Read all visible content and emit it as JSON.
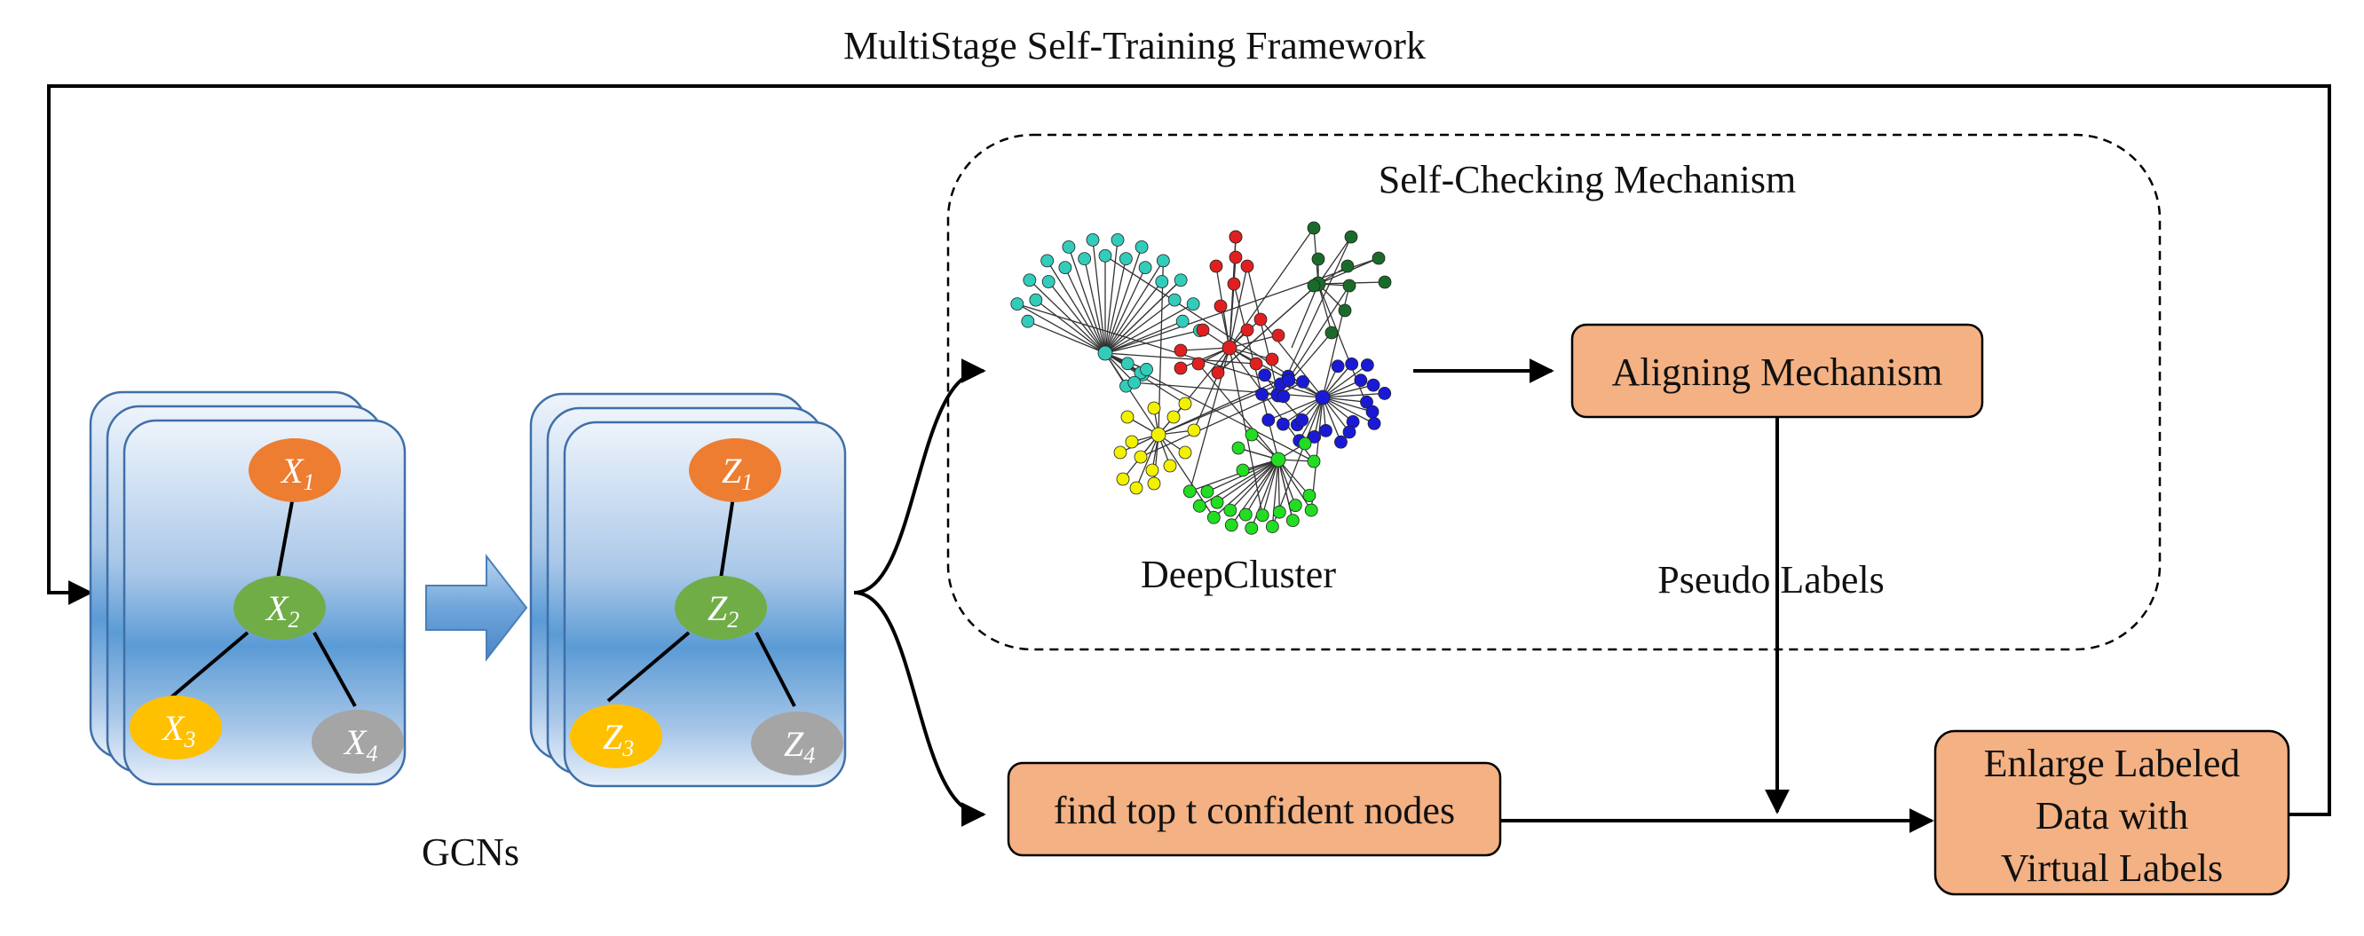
{
  "title": "MultiStage Self-Training Framework",
  "gcn_label": "GCNs",
  "self_check_title": "Self-Checking Mechanism",
  "deepcluster_label": "DeepCluster",
  "aligning_label": "Aligning Mechanism",
  "pseudo_label": "Pseudo Labels",
  "confident_label": "find top t confident nodes",
  "enlarge_lines": [
    "Enlarge Labeled",
    "Data with",
    "Virtual Labels"
  ],
  "x_nodes": [
    {
      "base": "X",
      "sub": "1"
    },
    {
      "base": "X",
      "sub": "2"
    },
    {
      "base": "X",
      "sub": "3"
    },
    {
      "base": "X",
      "sub": "4"
    }
  ],
  "z_nodes": [
    {
      "base": "Z",
      "sub": "1"
    },
    {
      "base": "Z",
      "sub": "2"
    },
    {
      "base": "Z",
      "sub": "3"
    },
    {
      "base": "Z",
      "sub": "4"
    }
  ],
  "colors": {
    "orange_node": "#ed7d31",
    "green_node": "#70ad47",
    "yellow_node": "#ffc000",
    "gray_node": "#a5a5a5",
    "box_fill": "#f4b183",
    "cluster_cyan": "#33ccbb",
    "cluster_red": "#e02020",
    "cluster_blue": "#1a1ad6",
    "cluster_yellow": "#f2f200",
    "cluster_green": "#22dd22",
    "cluster_darkgreen": "#1a6b2a"
  }
}
